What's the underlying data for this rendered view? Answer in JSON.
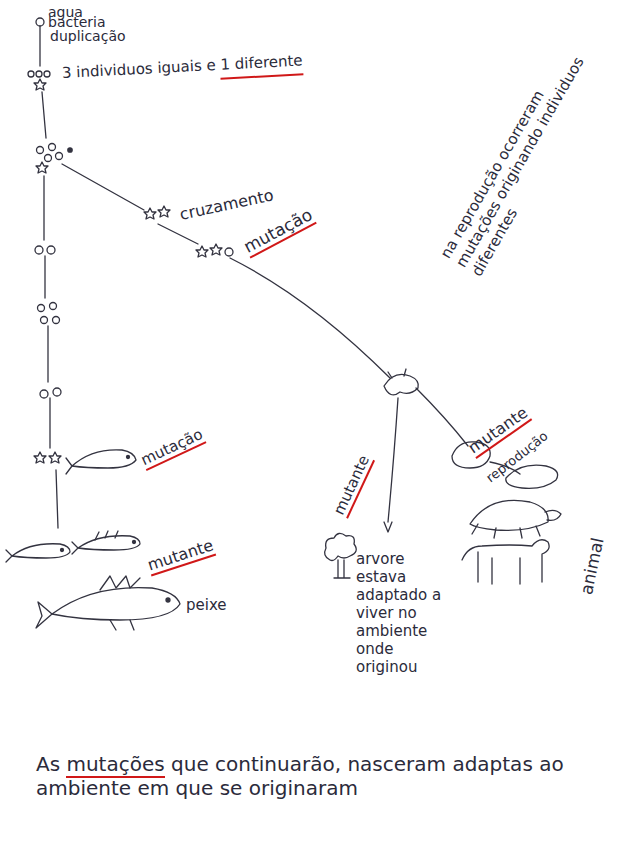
{
  "diagram": {
    "caption": "As mutações que continuarão, nasceram adaptas ao ambiente em que se originaram",
    "labels": [
      "agua",
      "bacteria",
      "duplicação",
      "3 individuos iguais e 1 diferente",
      "na reprodução ocorreram mutações originando individuos diferentes",
      "cruzamento",
      "mutação",
      "mutante",
      "reprodução",
      "mutação",
      "mutante",
      "animal",
      "arvore estava adaptado a viver no ambiente onde originou",
      "mutante",
      "peixe"
    ]
  }
}
